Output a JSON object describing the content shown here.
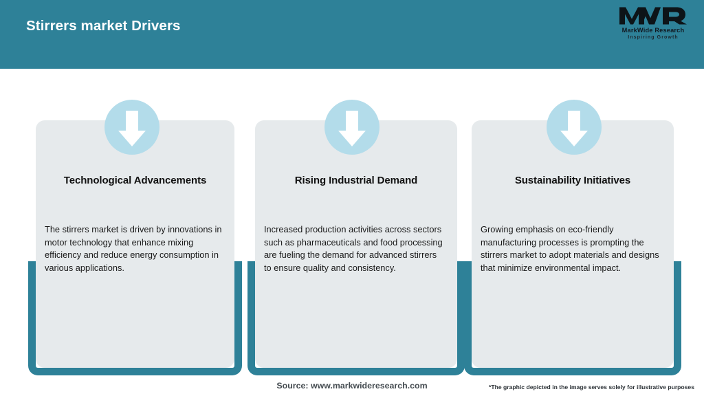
{
  "header": {
    "title": "Stirrers market Drivers",
    "background_color": "#2e8198",
    "title_color": "#ffffff"
  },
  "logo": {
    "mark": "MWR",
    "name": "MarkWide Research",
    "tagline": "Inspiring Growth"
  },
  "theme": {
    "teal": "#2e8198",
    "card_bg": "#e6eaec",
    "circle_blue": "#b3dcea",
    "arrow_white": "#ffffff"
  },
  "cards": [
    {
      "icon": "down-arrow-icon",
      "title": "Technological Advancements",
      "body": "The stirrers market is driven by innovations in motor technology that enhance mixing efficiency and reduce energy consumption in various applications."
    },
    {
      "icon": "down-arrow-icon",
      "title": "Rising Industrial Demand",
      "body": "Increased production activities across sectors such as pharmaceuticals and food processing are fueling the demand for advanced stirrers to ensure quality and consistency."
    },
    {
      "icon": "down-arrow-icon",
      "title": "Sustainability Initiatives",
      "body": "Growing emphasis on eco-friendly manufacturing processes is prompting the stirrers market to adopt materials and designs that minimize environmental impact."
    }
  ],
  "footer": {
    "source": "Source: www.markwideresearch.com",
    "disclaimer": "*The graphic depicted in the image serves solely for illustrative purposes"
  }
}
